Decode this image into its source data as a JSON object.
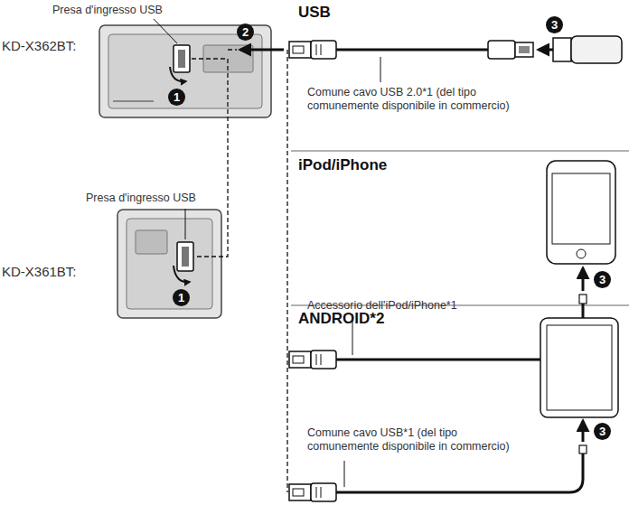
{
  "diagram": {
    "labels": [
      "Presa d'ingresso USB",
      "KD-X362BT:",
      "1",
      "2",
      "USB",
      "3",
      "Comune cavo USB 2.0*1 (del tipo comunemente disponibile in commercio)",
      "iPod/iPhone",
      "Accessorio dell'iPod/iPhone*1",
      "3",
      "Presa d'ingresso USB",
      "KD-X361BT:",
      "1",
      "ANDROID*2",
      "Comune cavo USB*1 (del tipo comunemente disponibile in commercio)",
      "3"
    ]
  }
}
